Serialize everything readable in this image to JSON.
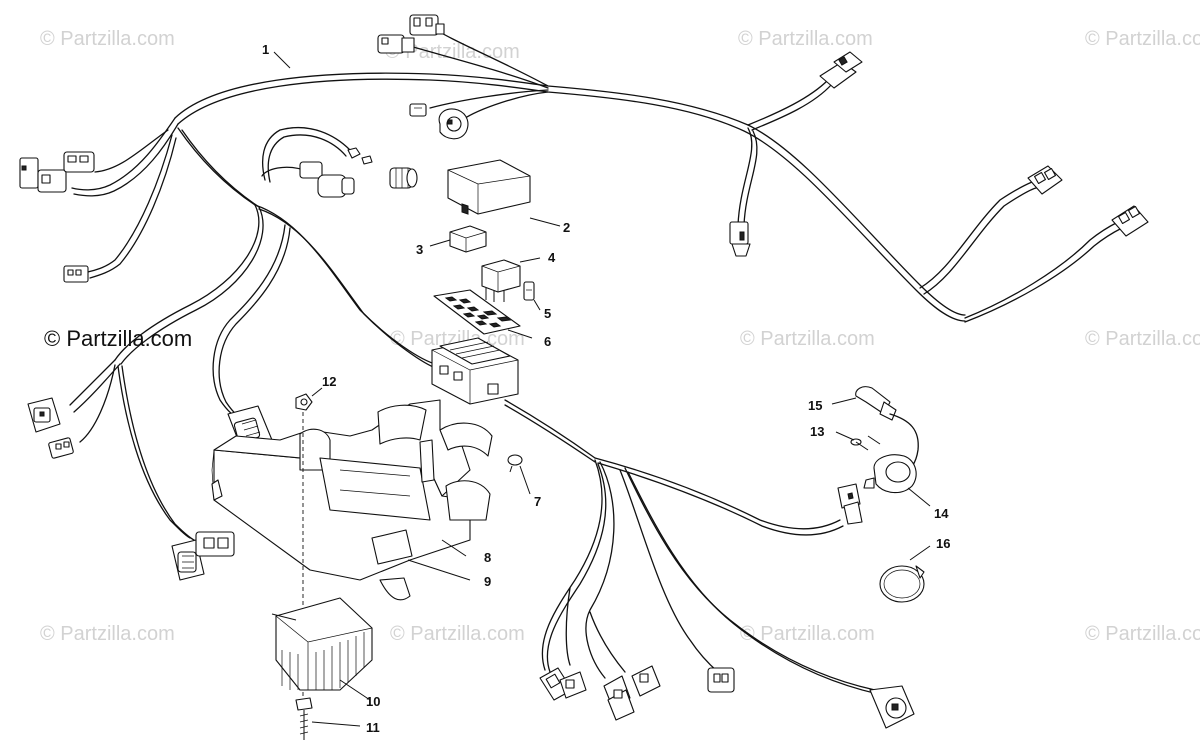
{
  "watermarks": {
    "brand": "© Partzilla.com"
  },
  "callouts": [
    "1",
    "2",
    "3",
    "4",
    "5",
    "6",
    "7",
    "8",
    "9",
    "10",
    "11",
    "12",
    "13",
    "14",
    "15",
    "16"
  ]
}
